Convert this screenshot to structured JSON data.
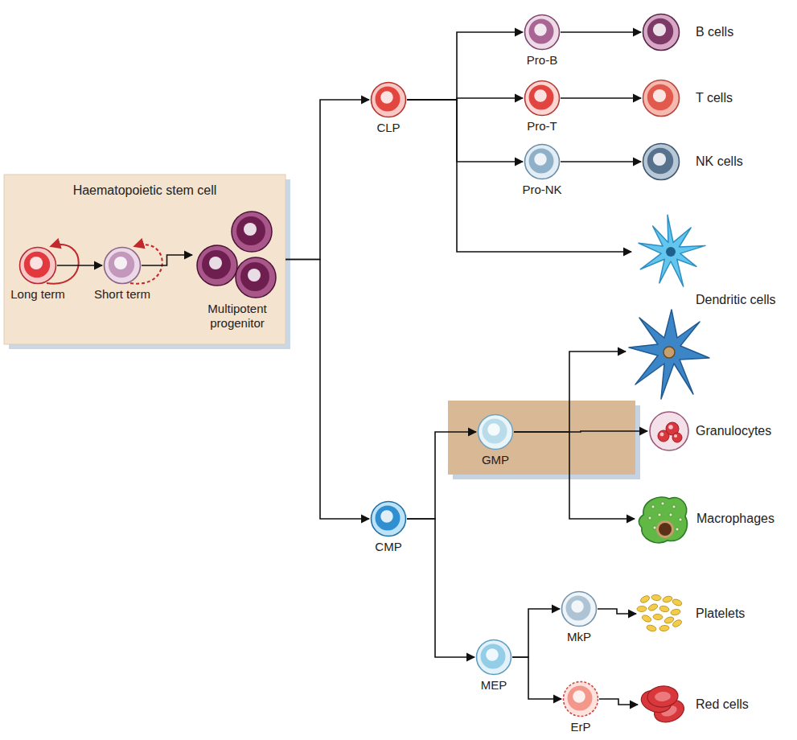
{
  "diagram": {
    "nodes": [
      {
        "text": [
          "Haematopoietic stem cell"
        ]
      },
      {
        "text": [
          "Long term"
        ],
        "in": 0
      },
      {
        "text": [
          "Short term"
        ],
        "in": 0
      },
      {
        "text": [
          "Multipotent progenitor"
        ],
        "in": 0
      },
      {
        "text": [
          "CLP"
        ]
      },
      {
        "text": [
          "Pro-B"
        ]
      },
      {
        "text": [
          "B cells"
        ]
      },
      {
        "text": [
          "Pro-T"
        ]
      },
      {
        "text": [
          "T cells"
        ]
      },
      {
        "text": [
          "Pro-NK"
        ]
      },
      {
        "text": [
          "NK cells"
        ]
      },
      {
        "text": [
          "Dendritic cells"
        ]
      },
      {
        "text": [
          "CMP"
        ]
      },
      {
        "text": [
          "GMP"
        ]
      },
      {
        "text": [
          "Granulocytes"
        ]
      },
      {
        "text": [
          "Macrophages"
        ]
      },
      {
        "text": [
          "MEP"
        ]
      },
      {
        "text": [
          "MkP"
        ]
      },
      {
        "text": [
          "Platelets"
        ]
      },
      {
        "text": [
          "ErP"
        ]
      },
      {
        "text": [
          "Red cells"
        ]
      }
    ],
    "edges": [
      {
        "from": 1,
        "to": 2,
        "arrow": "to"
      },
      {
        "from": 2,
        "to": 3,
        "arrow": "to"
      },
      {
        "from": 0,
        "to": 4,
        "arrow": "to"
      },
      {
        "from": 0,
        "to": 12,
        "arrow": "to"
      },
      {
        "from": 4,
        "to": 5,
        "arrow": "to"
      },
      {
        "from": 4,
        "to": 7,
        "arrow": "to"
      },
      {
        "from": 4,
        "to": 9,
        "arrow": "to"
      },
      {
        "from": 4,
        "to": 11,
        "arrow": "to"
      },
      {
        "from": 5,
        "to": 6,
        "arrow": "to"
      },
      {
        "from": 7,
        "to": 8,
        "arrow": "to"
      },
      {
        "from": 9,
        "to": 10,
        "arrow": "to"
      },
      {
        "from": 12,
        "to": 13,
        "arrow": "to"
      },
      {
        "from": 12,
        "to": 16,
        "arrow": "to"
      },
      {
        "from": 13,
        "to": 14,
        "arrow": "to"
      },
      {
        "from": 13,
        "to": 15,
        "arrow": "to"
      },
      {
        "from": 16,
        "to": 17,
        "arrow": "to"
      },
      {
        "from": 16,
        "to": 19,
        "arrow": "to"
      },
      {
        "from": 17,
        "to": 18,
        "arrow": "to"
      },
      {
        "from": 19,
        "to": 20,
        "arrow": "to"
      }
    ]
  }
}
